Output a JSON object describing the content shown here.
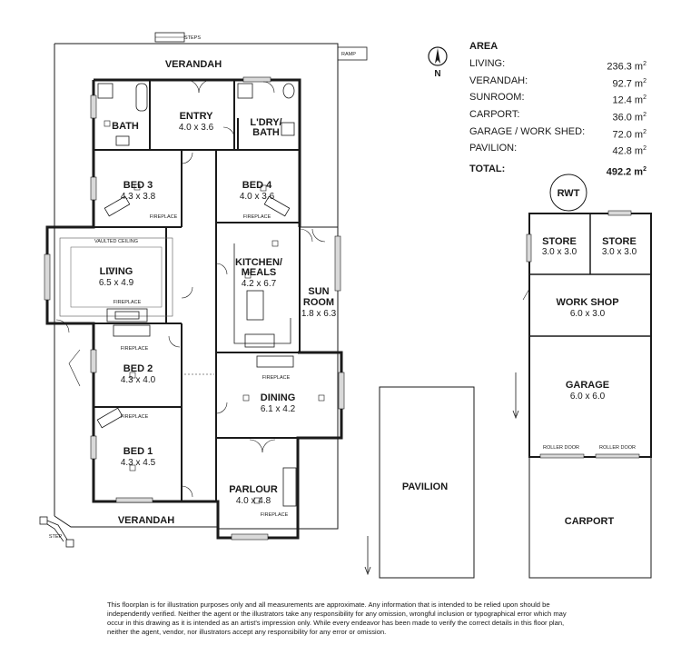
{
  "area": {
    "title": "AREA",
    "rows": [
      {
        "label": "LIVING:",
        "value": "236.3 m",
        "unit_sup": "2"
      },
      {
        "label": "VERANDAH:",
        "value": "92.7 m",
        "unit_sup": "2"
      },
      {
        "label": "SUNROOM:",
        "value": "12.4 m",
        "unit_sup": "2"
      },
      {
        "label": "CARPORT:",
        "value": "36.0 m",
        "unit_sup": "2"
      },
      {
        "label": "GARAGE / WORK SHED:",
        "value": "72.0 m",
        "unit_sup": "2"
      },
      {
        "label": "PAVILION:",
        "value": "42.8 m",
        "unit_sup": "2"
      }
    ],
    "total": {
      "label": "TOTAL:",
      "value": "492.2 m",
      "unit_sup": "2"
    }
  },
  "north_label": "N",
  "rooms": {
    "verandah_top": {
      "name": "VERANDAH"
    },
    "verandah_bottom": {
      "name": "VERANDAH"
    },
    "steps_top": {
      "name": "STEPS"
    },
    "steps_bottom": {
      "name": "STEP"
    },
    "ramp": {
      "name": "RAMP"
    },
    "bath": {
      "name": "BATH"
    },
    "entry": {
      "name": "ENTRY",
      "size": "4.0 x 3.6"
    },
    "ldry": {
      "name": "L'DRY/",
      "name2": "BATH"
    },
    "bed3": {
      "name": "BED 3",
      "size": "4.3 x 3.8"
    },
    "bed4": {
      "name": "BED 4",
      "size": "4.0 x 3.6"
    },
    "living": {
      "name": "LIVING",
      "size": "6.5 x 4.9",
      "note": "VAULTED CEILING"
    },
    "kitchen": {
      "name": "KITCHEN/",
      "name2": "MEALS",
      "size": "4.2 x 6.7"
    },
    "sunroom": {
      "name": "SUN",
      "name2": "ROOM",
      "size": "1.8 x 6.3"
    },
    "bed2": {
      "name": "BED 2",
      "size": "4.3 x 4.0"
    },
    "dining": {
      "name": "DINING",
      "size": "6.1 x 4.2"
    },
    "bed1": {
      "name": "BED 1",
      "size": "4.3 x 4.5"
    },
    "parlour": {
      "name": "PARLOUR",
      "size": "4.0 x 4.8"
    },
    "rwt": {
      "name": "RWT"
    },
    "store1": {
      "name": "STORE",
      "size": "3.0 x 3.0"
    },
    "store2": {
      "name": "STORE",
      "size": "3.0 x 3.0"
    },
    "workshop": {
      "name": "WORK SHOP",
      "size": "6.0 x 3.0"
    },
    "garage": {
      "name": "GARAGE",
      "size": "6.0 x 6.0"
    },
    "carport": {
      "name": "CARPORT"
    },
    "pavilion": {
      "name": "PAVILION"
    }
  },
  "annotations": {
    "fireplace": "FIREPLACE",
    "roller_door": "ROLLER DOOR"
  },
  "disclaimer": "This floorplan is for illustration purposes only and all measurements are approximate. Any information that is intended to be relied upon should be independently verified. Neither the agent or the illustrators take any responsibility for any omission, wrongful inclusion or typographical error which may occur in this drawing as it is intended as an artist's impression only. While every endeavor has been made to verify the correct details in this floor plan, neither the agent, vendor, nor illustrators accept any responsibility for any error or omission."
}
